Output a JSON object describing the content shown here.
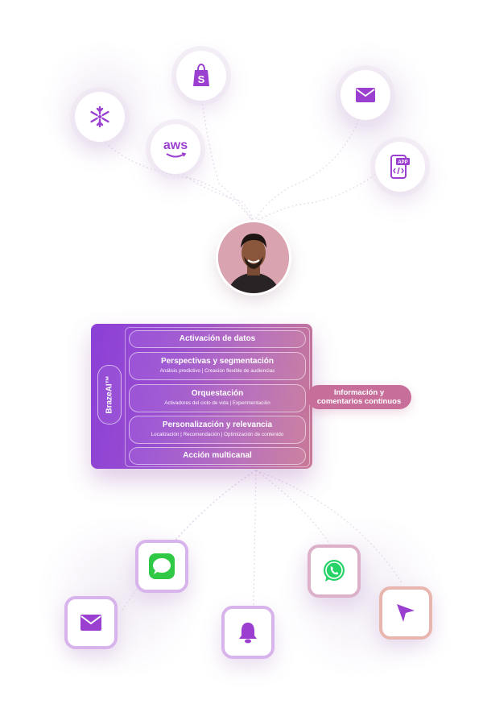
{
  "sources": [
    {
      "icon": "snowflake-icon"
    },
    {
      "icon": "shopify-icon"
    },
    {
      "icon": "aws-icon",
      "label": "aws"
    },
    {
      "icon": "email-icon"
    },
    {
      "icon": "app-code-icon",
      "label": "APP"
    }
  ],
  "panel": {
    "side_label": "BrazeAI™",
    "rows": [
      {
        "title": "Activación de datos"
      },
      {
        "title": "Perspectivas y segmentación",
        "subtitle": "Análisis predictivo | Creación flexible de audiencias"
      },
      {
        "title": "Orquestación",
        "subtitle": "Activadores del ciclo de vida | Experimentación"
      },
      {
        "title": "Personalización y relevancia",
        "subtitle": "Localización | Recomendación | Optimización de contenido"
      },
      {
        "title": "Acción multicanal"
      }
    ],
    "feedback": {
      "line1": "Información y",
      "line2": "comentarios continuos"
    }
  },
  "channels": [
    {
      "icon": "sms-icon"
    },
    {
      "icon": "email-icon"
    },
    {
      "icon": "notification-bell-icon"
    },
    {
      "icon": "whatsapp-icon"
    },
    {
      "icon": "send-icon"
    }
  ],
  "colors": {
    "purple": "#8c3fd6",
    "pink": "#c86e9a",
    "icon_purple": "#9b3fd0",
    "sms_green": "#2fc946",
    "whatsapp_green": "#25d366"
  }
}
